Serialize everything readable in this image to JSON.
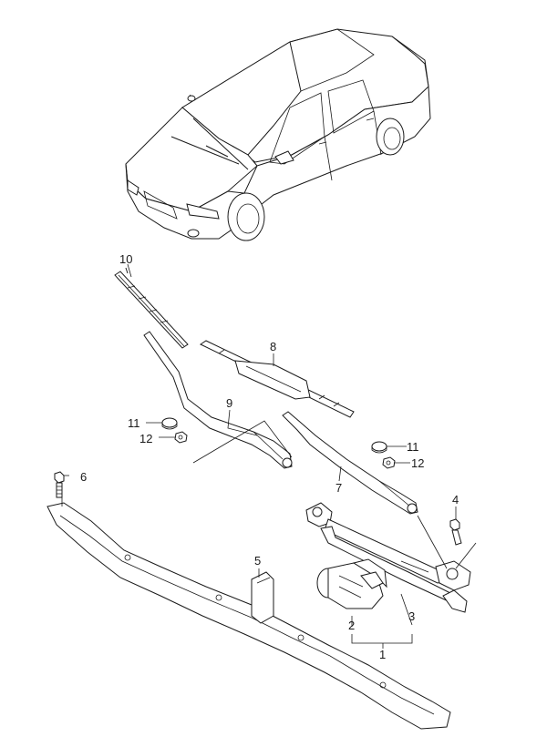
{
  "diagram": {
    "line_color": "#1a1a1a",
    "background": "#ffffff",
    "callouts": [
      {
        "id": "1",
        "label": "1"
      },
      {
        "id": "2",
        "label": "2"
      },
      {
        "id": "3",
        "label": "3"
      },
      {
        "id": "4",
        "label": "4"
      },
      {
        "id": "5",
        "label": "5"
      },
      {
        "id": "6",
        "label": "6"
      },
      {
        "id": "7",
        "label": "7"
      },
      {
        "id": "8",
        "label": "8"
      },
      {
        "id": "9",
        "label": "9"
      },
      {
        "id": "10",
        "label": "10"
      },
      {
        "id": "11a",
        "label": "11"
      },
      {
        "id": "12a",
        "label": "12"
      },
      {
        "id": "11b",
        "label": "11"
      },
      {
        "id": "12b",
        "label": "12"
      }
    ]
  }
}
